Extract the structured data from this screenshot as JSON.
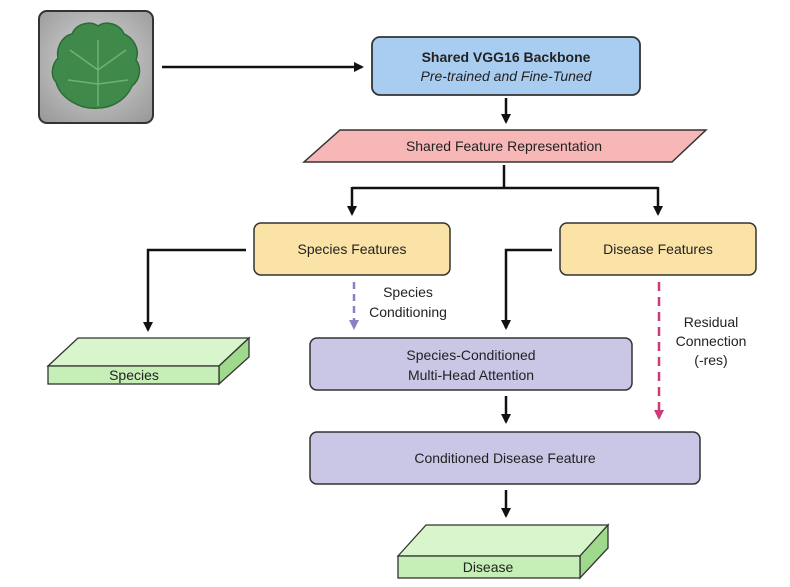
{
  "diagram": {
    "input_image": {
      "icon": "grape-leaf-image"
    },
    "backbone": {
      "title": "Shared VGG16 Backbone",
      "subtitle": "Pre-trained and Fine-Tuned"
    },
    "shared_feature": {
      "label": "Shared Feature Representation"
    },
    "species_features": {
      "label": "Species Features"
    },
    "disease_features": {
      "label": "Disease Features"
    },
    "species_conditioning": {
      "line1": "Species",
      "line2": "Conditioning"
    },
    "residual": {
      "line1": "Residual",
      "line2": "Connection",
      "line3": "(-res)"
    },
    "attention": {
      "line1": "Species-Conditioned",
      "line2": "Multi-Head Attention"
    },
    "conditioned_feature": {
      "label": "Conditioned Disease Feature"
    },
    "species_output": {
      "label": "Species"
    },
    "disease_output": {
      "label": "Disease"
    },
    "colors": {
      "blue_box": "#a9cdf0",
      "pink_shape": "#f7b7b7",
      "orange_box": "#fbe3a8",
      "purple_box": "#c9c6e6",
      "green_slab": "#c6efb7",
      "purple_dash": "#8c7fc4",
      "pink_dash": "#cc3a7a"
    }
  }
}
